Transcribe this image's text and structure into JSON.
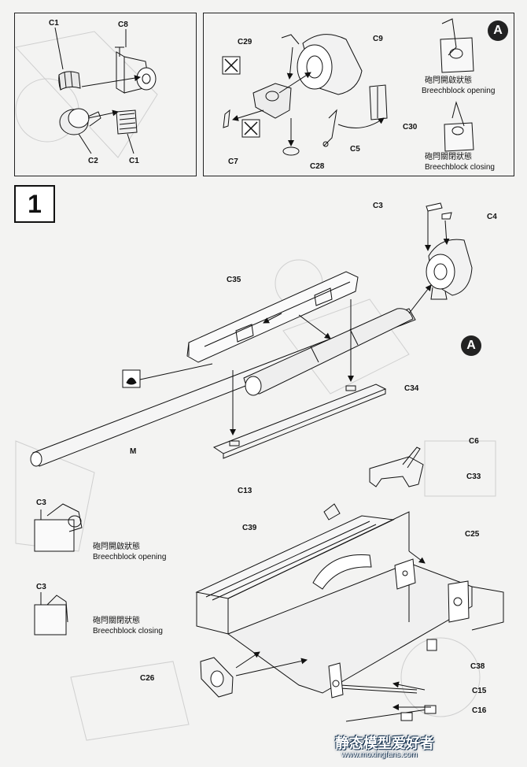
{
  "step": {
    "number": "1"
  },
  "callout": "A",
  "parts": {
    "c1a": "C1",
    "c1b": "C1",
    "c2": "C2",
    "c8": "C8",
    "c29": "C29",
    "c9": "C9",
    "c7": "C7",
    "c28": "C28",
    "c5": "C5",
    "c30": "C30",
    "c3a": "C3",
    "c4": "C4",
    "c35": "C35",
    "c34": "C34",
    "m": "M",
    "c13": "C13",
    "c6": "C6",
    "c33": "C33",
    "c3b": "C3",
    "c3c": "C3",
    "c39": "C39",
    "c25": "C25",
    "c26": "C26",
    "c38": "C38",
    "c15": "C15",
    "c16": "C16"
  },
  "captions": {
    "top_open_cn": "砲閂開啟狀態",
    "top_open_en": "Breechblock opening",
    "top_close_cn": "砲閂關閉狀態",
    "top_close_en": "Breechblock closing",
    "left_open_cn": "砲閂開啟狀態",
    "left_open_en": "Breechblock opening",
    "left_close_cn": "砲閂關閉狀態",
    "left_close_en": "Breechblock closing"
  },
  "watermark": {
    "text": "静态模型爱好者",
    "url": "www.moxingfans.com"
  }
}
